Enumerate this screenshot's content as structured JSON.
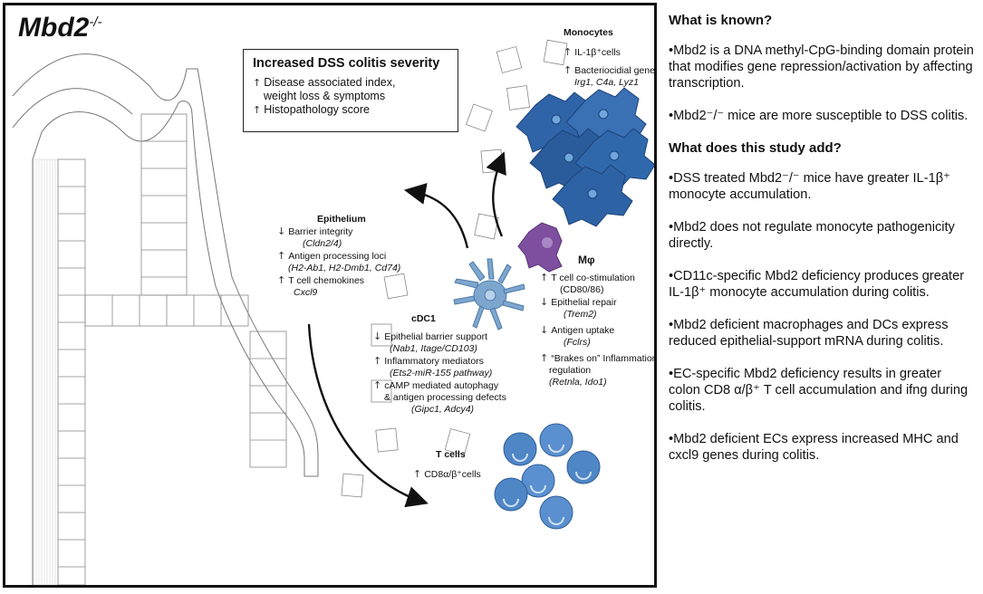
{
  "title": {
    "main": "Mbd2",
    "sup": "-/-"
  },
  "severity_box": {
    "heading": "Increased  DSS colitis severity",
    "line1": "Disease associated index,",
    "line2": "weight loss & symptoms",
    "line3": "Histopathology score"
  },
  "epithelium": {
    "heading": "Epithelium",
    "items": [
      "Barrier integrity",
      "(Cldn2/4)",
      "Antigen processing loci",
      "(H2-Ab1, H2-Dmb1, Cd74)",
      "T cell chemokines",
      "Cxcl9"
    ]
  },
  "cdc1": {
    "heading": "cDC1",
    "items": [
      "Epithelial barrier support",
      "(Nab1, Itage/CD103)",
      "Inflammatory mediators",
      "(Ets2-miR-155 pathway)",
      "cAMP mediated autophagy",
      "& antigen processing defects",
      "(Gipc1, Adcy4)"
    ]
  },
  "mphi": {
    "heading": "Mφ",
    "items": [
      "T cell co-stimulation",
      "(CD80/86)",
      "Epithelial repair",
      "(Trem2)",
      "Antigen uptake",
      "(Fclrs)",
      "“Brakes on” Inflammation",
      "regulation",
      "(Retnla, Ido1)"
    ]
  },
  "monocytes": {
    "heading": "Monocytes",
    "items": [
      "IL-1β⁺cells",
      "Bacteriocidial genes",
      "Irg1, C4a, Lyz1"
    ]
  },
  "tcells": {
    "heading": "T cells",
    "items": [
      "CD8α/β⁺cells"
    ]
  },
  "sidebar": {
    "known_heading": "What is known?",
    "known": [
      "•Mbd2 is a DNA methyl-CpG-binding domain protein that modifies gene repression/activation by affecting transcription.",
      "•Mbd2⁻/⁻ mice are more susceptible to DSS colitis."
    ],
    "adds_heading": "What does this study add?",
    "adds": [
      "•DSS treated Mbd2⁻/⁻ mice have greater IL-1β⁺ monocyte accumulation.",
      "•Mbd2 does not regulate monocyte pathogenicity directly.",
      "•CD11c-specific Mbd2 deficiency produces greater IL-1β⁺ monocyte accumulation during colitis.",
      "•Mbd2 deficient macrophages and DCs express reduced epithelial-support mRNA during colitis.",
      "•EC-specific Mbd2 deficiency results in greater colon CD8 α/β⁺ T cell accumulation and ifng during colitis.",
      "•Mbd2 deficient ECs express increased MHC and cxcl9 genes during colitis."
    ]
  },
  "colors": {
    "monocyte": "#2f64a8",
    "macrophage": "#7d4f9e",
    "dc": "#7da6cf",
    "tcell": "#4f86c6"
  }
}
